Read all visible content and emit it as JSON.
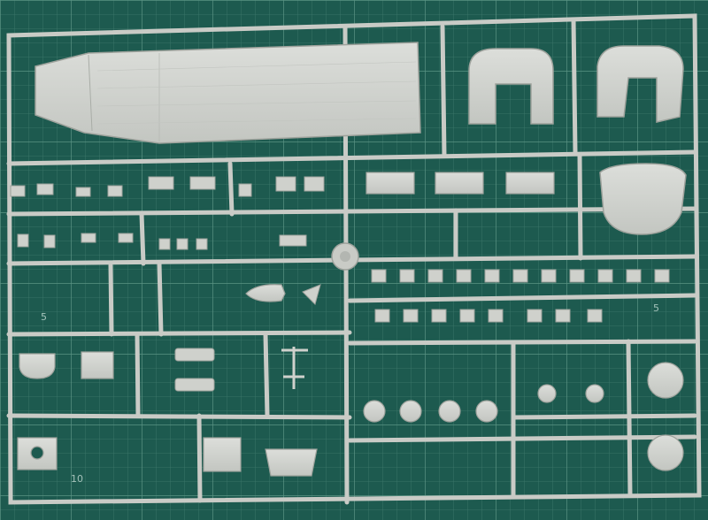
{
  "photo": {
    "subject": "",
    "colors": {
      "mat": "#1d5a4f",
      "mat_dark": "#174a41",
      "grid_minor": "#3f7a6d",
      "grid_major": "#5a9384",
      "plastic": "#cfd1cc",
      "plastic_edge": "#9ea29c",
      "plastic_shadow": "#8f948e"
    },
    "mat_numbers": [
      "5",
      "10",
      "5"
    ]
  }
}
